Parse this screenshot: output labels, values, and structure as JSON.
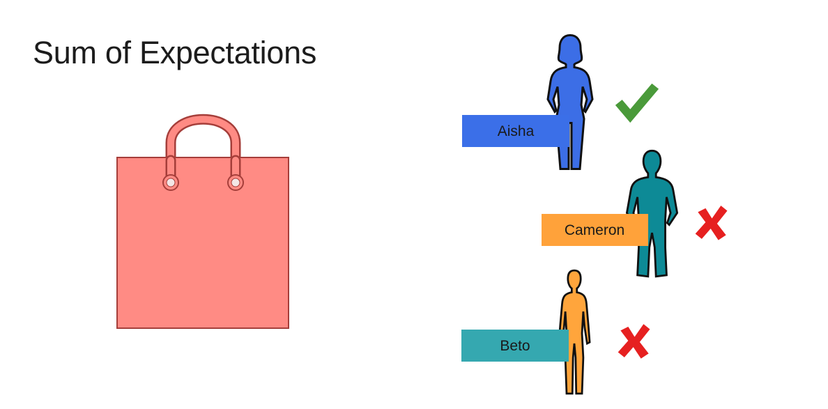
{
  "slide": {
    "title": "Sum of Expectations"
  },
  "people": [
    {
      "name": "Aisha",
      "label_color": "#3b6fe8",
      "figure_color": "#3c6ee6",
      "mark": "check"
    },
    {
      "name": "Cameron",
      "label_color": "#ffa23a",
      "figure_color": "#0d8a96",
      "mark": "cross"
    },
    {
      "name": "Beto",
      "label_color": "#35a8b0",
      "figure_color": "#ffa53c",
      "mark": "cross"
    }
  ],
  "colors": {
    "bag_fill": "#ff8b84",
    "bag_stroke": "#a53e3a",
    "check": "#4a9a3a",
    "cross": "#e62020"
  }
}
